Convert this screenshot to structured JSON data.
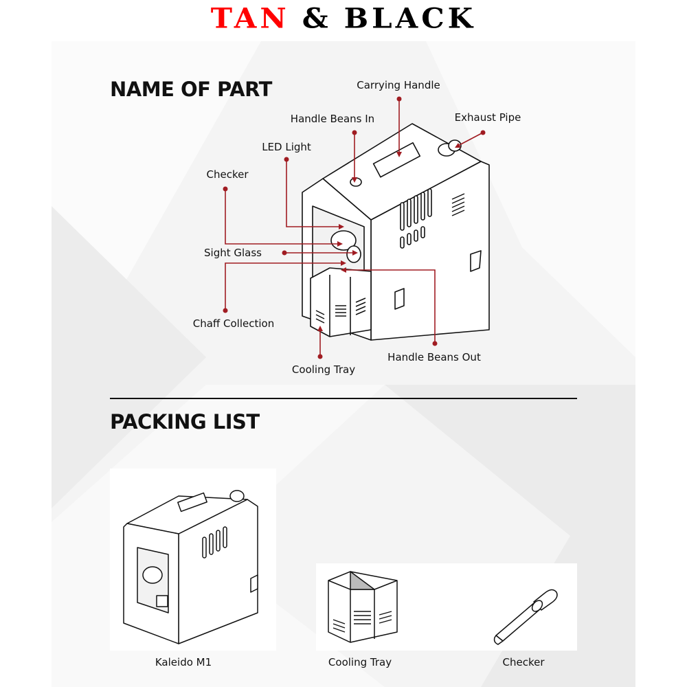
{
  "brand": {
    "word1": "TAN",
    "amp": "&",
    "word2": "BLACK",
    "accent_color": "#ff0000"
  },
  "parts_section": {
    "title": "NAME OF PART",
    "leader_color": "#a01c22",
    "labels": {
      "carrying_handle": "Carrying Handle",
      "handle_beans_in": "Handle Beans In",
      "exhaust_pipe": "Exhaust Pipe",
      "led_light": "LED Light",
      "checker": "Checker",
      "sight_glass": "Sight Glass",
      "chaff_collection": "Chaff Collection",
      "cooling_tray": "Cooling Tray",
      "handle_beans_out": "Handle Beans Out"
    }
  },
  "packing_section": {
    "title": "PACKING LIST",
    "items": [
      "Kaleido M1",
      "Cooling Tray",
      "Checker"
    ]
  }
}
